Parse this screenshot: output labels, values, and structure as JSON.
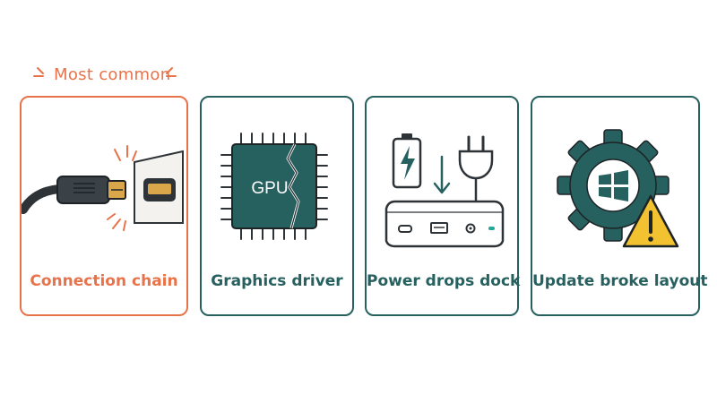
{
  "badge": {
    "text": "Most common"
  },
  "cards": [
    {
      "label": "Connection chain",
      "highlighted": true
    },
    {
      "label": "Graphics driver",
      "chip_text": "GPU"
    },
    {
      "label": "Power drops dock"
    },
    {
      "label": "Update broke layout"
    }
  ],
  "colors": {
    "accent": "#e8734a",
    "teal": "#26605f",
    "warning": "#f2c230"
  },
  "icons": [
    "hdmi-cable-icon",
    "hdmi-port-icon",
    "gpu-chip-icon",
    "battery-charging-icon",
    "down-arrow-icon",
    "power-plug-icon",
    "dock-icon",
    "gear-icon",
    "windows-logo-icon",
    "warning-icon"
  ]
}
